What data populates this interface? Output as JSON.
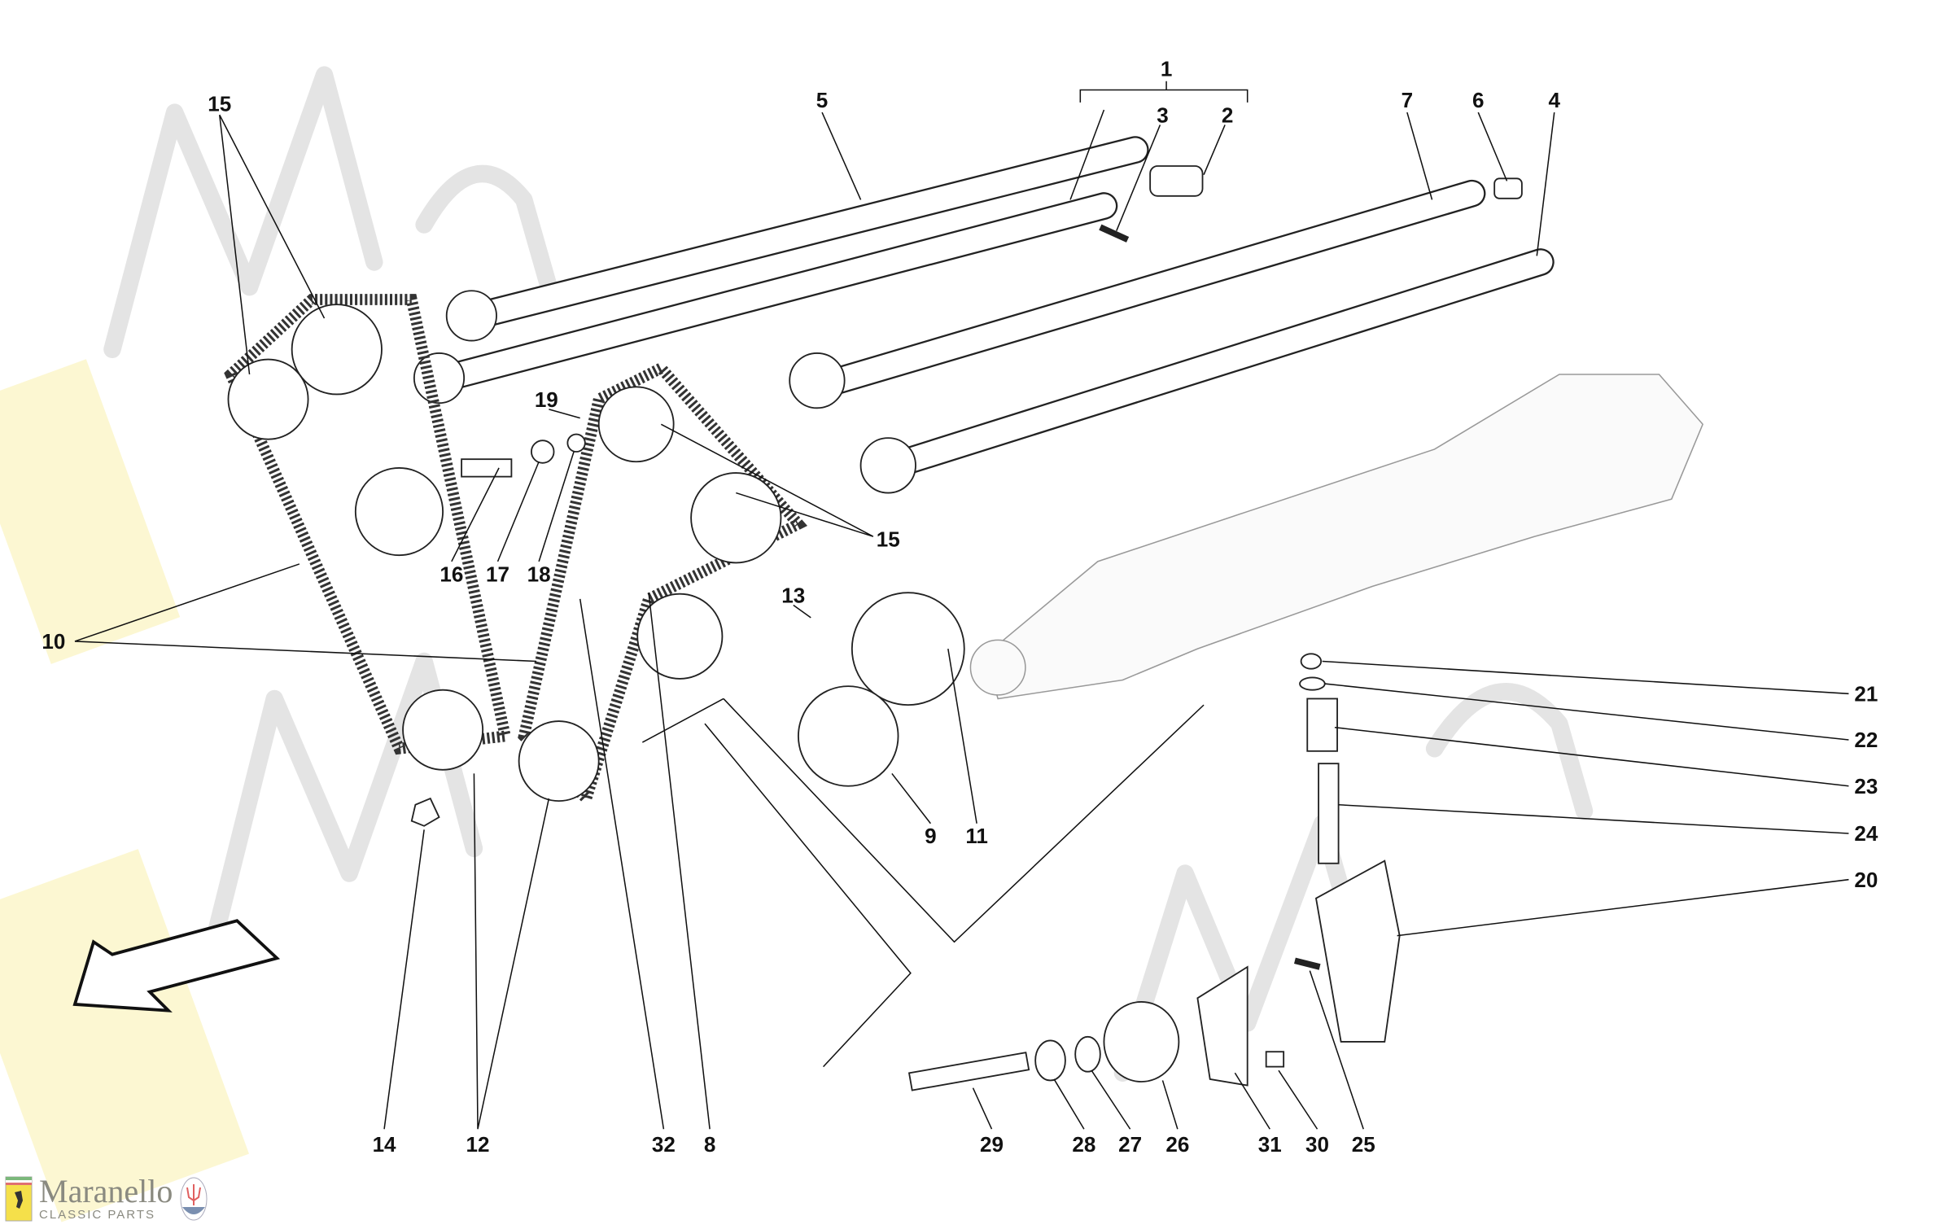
{
  "watermark": {
    "brand": "Maranello",
    "tagline": "CLASSIC PARTS"
  },
  "logo": {
    "brand": "Maranello",
    "tagline": "CLASSIC PARTS",
    "ferrari_badge": "Ferrari",
    "maserati_badge": "MASERATI"
  },
  "callouts": [
    "1",
    "2",
    "3",
    "4",
    "5",
    "6",
    "7",
    "8",
    "9",
    "10",
    "11",
    "12",
    "13",
    "14",
    "15",
    "15",
    "16",
    "17",
    "18",
    "19",
    "20",
    "21",
    "22",
    "23",
    "24",
    "25",
    "26",
    "27",
    "28",
    "29",
    "30",
    "31",
    "32"
  ],
  "colors": {
    "ink": "#111111",
    "watermark": "#dddddd",
    "badge_yellow": "#f5e04a"
  }
}
